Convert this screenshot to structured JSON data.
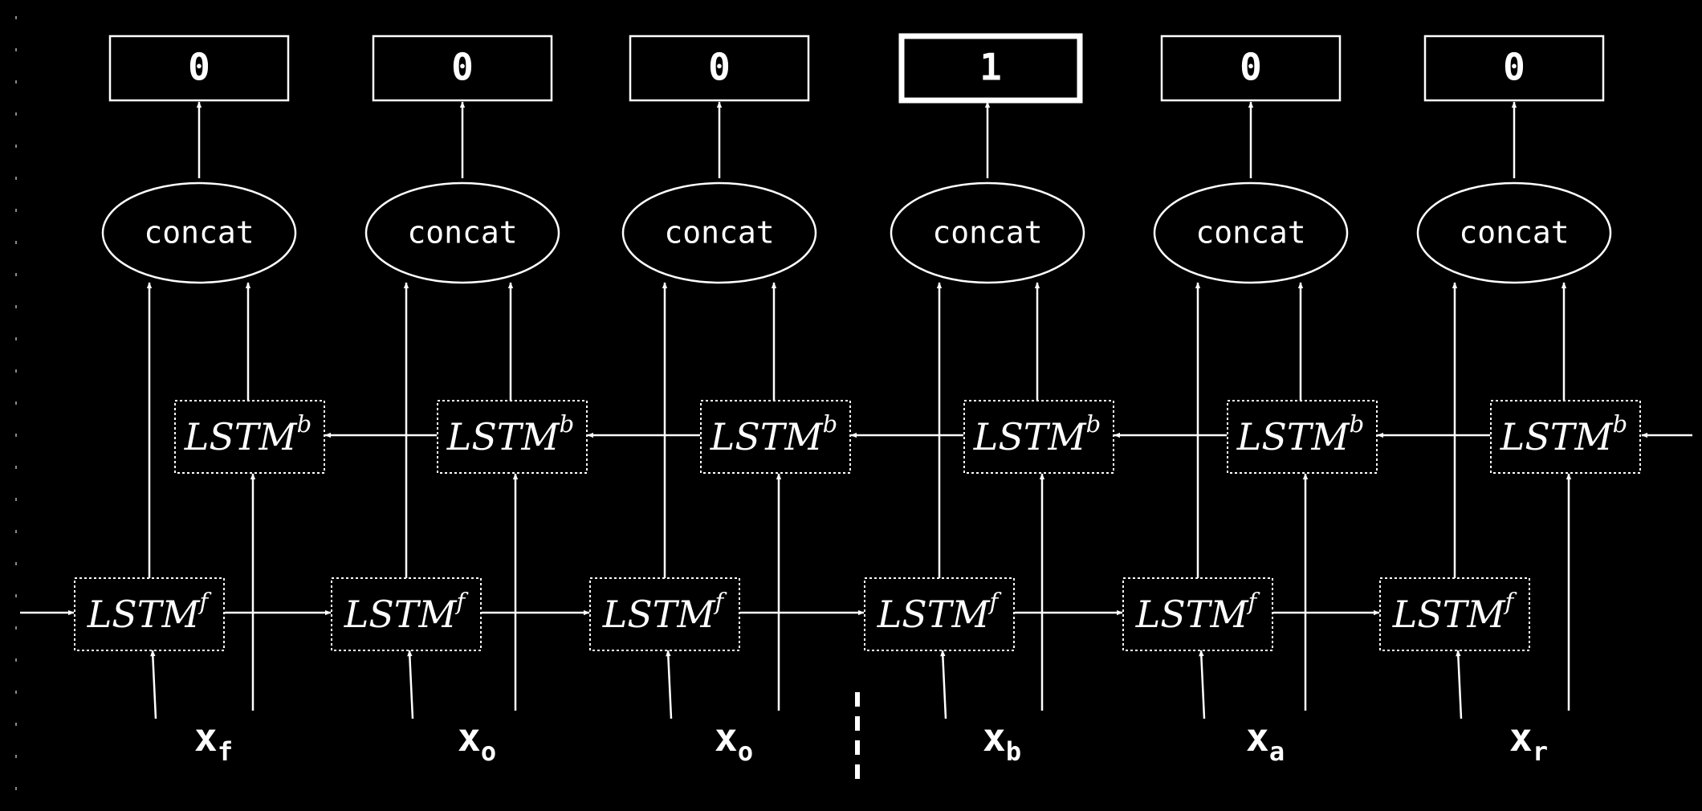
{
  "outputs": [
    "0",
    "0",
    "0",
    "1",
    "0",
    "0"
  ],
  "highlight_index": 3,
  "concat_label": "concat",
  "lstm_backward": {
    "base": "LSTM",
    "sup": "b"
  },
  "lstm_forward": {
    "base": "LSTM",
    "sup": "f"
  },
  "inputs": [
    {
      "base": "x",
      "sub": "f"
    },
    {
      "base": "x",
      "sub": "o"
    },
    {
      "base": "x",
      "sub": "o"
    },
    {
      "base": "x",
      "sub": "b"
    },
    {
      "base": "x",
      "sub": "a"
    },
    {
      "base": "x",
      "sub": "r"
    }
  ],
  "colors": {
    "background": "#000000",
    "foreground": "#ffffff"
  }
}
